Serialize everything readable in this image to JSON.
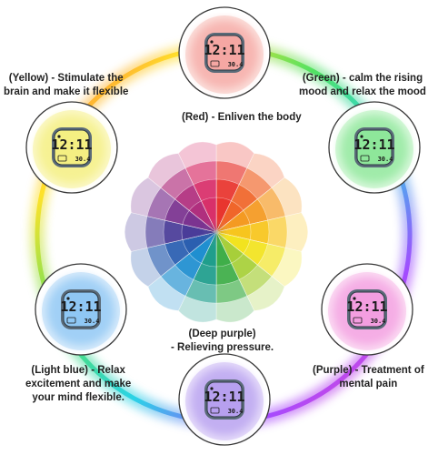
{
  "clocks": [
    {
      "id": "red",
      "time": "12:11",
      "bottom": "30.4",
      "glow": "#f5a7a3",
      "base": "#fbe0dc"
    },
    {
      "id": "yellow",
      "time": "12:11",
      "bottom": "30.4",
      "glow": "#f4ef82",
      "base": "#fbf8c8"
    },
    {
      "id": "green",
      "time": "12:11",
      "bottom": "30.4",
      "glow": "#8ee79a",
      "base": "#d9f8dc"
    },
    {
      "id": "lightblue",
      "time": "12:11",
      "bottom": "30.4",
      "glow": "#8fc7f4",
      "base": "#d8ebfb"
    },
    {
      "id": "purple",
      "time": "12:11",
      "bottom": "30.4",
      "glow": "#f39ee0",
      "base": "#fbdcf3"
    },
    {
      "id": "deeppurple",
      "time": "12:11",
      "bottom": "30.4",
      "glow": "#b7a0ef",
      "base": "#e6dcfa"
    }
  ],
  "labels": {
    "red": [
      "(Red) - Enliven the body"
    ],
    "yellow": [
      "(Yellow) - Stimulate the",
      "brain and make it flexible"
    ],
    "green": [
      "(Green) - calm the rising",
      "mood and relax the mood"
    ],
    "lightblue": [
      "(Light blue) - Relax",
      "excitement and make",
      "your mind flexible."
    ],
    "purple": [
      "(Purple) - Treatment of",
      "mental pain"
    ],
    "deeppurple": [
      "(Deep purple)",
      "- Relieving pressure."
    ]
  },
  "wheel_colors": [
    "#e8352e",
    "#f0662a",
    "#f49a22",
    "#f7c51e",
    "#f2e31f",
    "#a7cf3a",
    "#3fae49",
    "#1f9e8c",
    "#1f8fd0",
    "#2b5fb0",
    "#4a3c99",
    "#7b3390",
    "#b02f7e",
    "#d8306a"
  ],
  "ring_gradient": [
    "#ff2d2d",
    "#ff9a1f",
    "#ffe01f",
    "#49e05a",
    "#1fd0e6",
    "#3a7dff",
    "#b03fff",
    "#ff3fb5",
    "#ff2d2d"
  ]
}
